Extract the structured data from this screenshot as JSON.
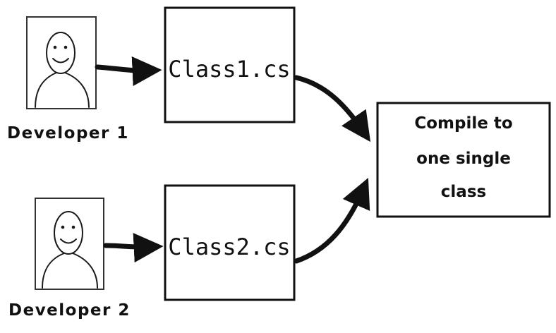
{
  "developers": [
    {
      "label": "Developer 1"
    },
    {
      "label": "Developer 2"
    }
  ],
  "files": [
    {
      "label": "Class1.cs"
    },
    {
      "label": "Class2.cs"
    }
  ],
  "compile": {
    "lines": [
      "Compile to",
      "one single",
      "class"
    ]
  },
  "icons": {
    "developer": "person-sketch-icon"
  },
  "colors": {
    "ink": "#111111",
    "background": "#ffffff"
  }
}
